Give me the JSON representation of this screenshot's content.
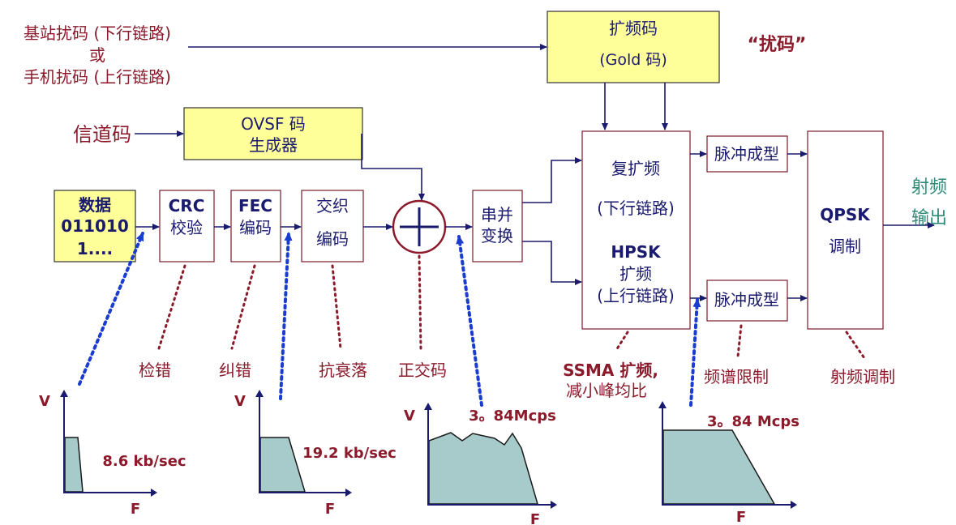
{
  "scramble_input": {
    "line1": "基站扰码 (下行链路)",
    "line2": "或",
    "line3": "手机扰码 (上行链路)"
  },
  "channel_code_label": "信道码",
  "spread_code_box": {
    "line1": "扩频码",
    "line2": "(Gold 码)"
  },
  "scramble_note": "“扰码”",
  "ovsf_box": {
    "line1": "OVSF 码",
    "line2": "生成器"
  },
  "data_box": {
    "line1": "数据",
    "line2": "011010",
    "line3": "1...."
  },
  "crc_box": {
    "line1": "CRC",
    "line2": "校验"
  },
  "fec_box": {
    "line1": "FEC",
    "line2": "编码"
  },
  "interleave_box": {
    "line1": "交织",
    "line2": "编码"
  },
  "sp_box": {
    "line1": "串并",
    "line2": "变换"
  },
  "complex_box": {
    "line1": "复扩频",
    "line2": "(下行链路)",
    "line3": "HPSK",
    "line4": "扩频",
    "line5": "(上行链路)"
  },
  "pulse_top": "脉冲成型",
  "pulse_bottom": "脉冲成型",
  "qpsk_box": {
    "line1": "QPSK",
    "line2": "调制"
  },
  "rf_output": {
    "line1": "射频",
    "line2": "输出"
  },
  "annotations": {
    "crc": "检错",
    "fec": "纠错",
    "interleave": "抗衰落",
    "orthogonal": "正交码",
    "ssma_1": "SSMA 扩频,",
    "ssma_2": "减小峰均比",
    "spectrum_limit": "频谱限制",
    "rf_mod": "射频调制"
  },
  "spectra": [
    {
      "v_label": "V",
      "f_label": "F",
      "rate": "8.6 kb/sec"
    },
    {
      "v_label": "V",
      "f_label": "F",
      "rate": "19.2 kb/sec"
    },
    {
      "v_label": "V",
      "f_label": "F",
      "rate": "3。84Mcps"
    },
    {
      "v_label": "",
      "f_label": "F",
      "rate": "3。84 Mcps"
    }
  ],
  "colors": {
    "navy": "#1a1a6e",
    "maroon": "#8b1a2b",
    "yellow_box": "#ffff99",
    "spectrum_fill": "#5f9f9f",
    "rf_text": "#2e8b7a"
  }
}
